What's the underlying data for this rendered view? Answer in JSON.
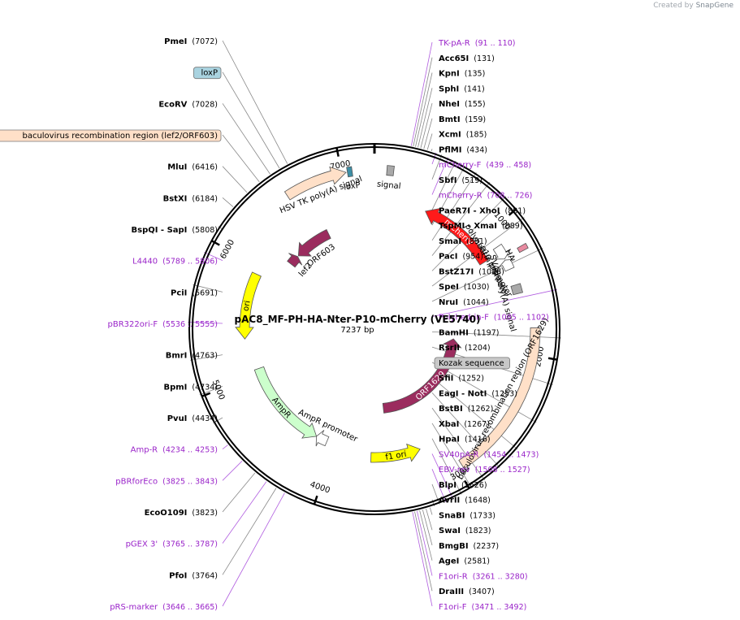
{
  "credit": {
    "prefix": "Created by",
    "brand": "SnapGene"
  },
  "plasmid": {
    "name": "pAC8_MF-PH-HA-Nter-P10-mCherry (VE5740)",
    "size_label": "7237 bp",
    "length": 7237
  },
  "ticks": [
    {
      "pos": 1000,
      "label": "1000"
    },
    {
      "pos": 2000,
      "label": "2000"
    },
    {
      "pos": 3000,
      "label": "3000"
    },
    {
      "pos": 4000,
      "label": "4000"
    },
    {
      "pos": 5000,
      "label": "5000"
    },
    {
      "pos": 6000,
      "label": "6000"
    },
    {
      "pos": 7000,
      "label": "7000"
    }
  ],
  "features": [
    {
      "name": "mCherry",
      "start": 470,
      "end": 1180,
      "dir": -1,
      "color": "#ff1a1a",
      "text_color": "#ffffff",
      "ring": 158,
      "label_outside": false
    },
    {
      "name": "ORF1629",
      "start": 1950,
      "end": 3490,
      "dir": -1,
      "color": "#9b2c5e",
      "text_color": "#ffffff",
      "ring": 98,
      "label_outside": false
    },
    {
      "name": "f1 ori",
      "start": 3200,
      "end": 3650,
      "dir": -1,
      "color": "#ffff00",
      "text_color": "#000000",
      "ring": 158,
      "label_outside": false
    },
    {
      "name": "AmpR",
      "start": 4190,
      "end": 5050,
      "dir": -1,
      "color": "#ccffcc",
      "text_color": "#000000",
      "ring": 150,
      "label_outside": false
    },
    {
      "name": "ori",
      "start": 5340,
      "end": 5930,
      "dir": -1,
      "color": "#ffff00",
      "text_color": "#000000",
      "ring": 160,
      "label_outside": false
    },
    {
      "name": "HSV TK poly(A) signal",
      "start": 6570,
      "end": 7030,
      "dir": 1,
      "color": "#ffe0c8",
      "text_color": "#000000",
      "ring": 196,
      "label_outside": true
    },
    {
      "name": "ORF603",
      "start": 6310,
      "end": 6720,
      "dir": -1,
      "color": "#9b2c5e",
      "text_color": "#000000",
      "ring": 130,
      "label_outside": true
    },
    {
      "name": "lef2",
      "start": 6190,
      "end": 6300,
      "dir": 1,
      "color": "#9b2c5e",
      "text_color": "#000000",
      "ring": 130,
      "label_outside": true
    },
    {
      "name": "baculovirus recombination region (ORF1629)",
      "start": 1800,
      "end": 2960,
      "dir": 0,
      "color": "#ffe0c8",
      "text_color": "#000000",
      "ring": 198,
      "label_outside": true
    },
    {
      "name": "AmpR promoter",
      "start": 4080,
      "end": 4190,
      "dir": 1,
      "color": "#ffffff",
      "text_color": "#000000",
      "ring": 150,
      "label_outside": true
    },
    {
      "name": "p10 promoter",
      "start": 1250,
      "end": 1330,
      "dir": -1,
      "color": "#ffffff",
      "text_color": "#000000",
      "ring": 182,
      "label_outside": true
    },
    {
      "name": "polyhedrin promoter",
      "start": 1130,
      "end": 1240,
      "dir": 1,
      "color": "#ffffff",
      "text_color": "#000000",
      "ring": 182,
      "label_outside": true
    },
    {
      "name": "HA",
      "start": 1215,
      "end": 1250,
      "dir": 0,
      "color": "#e88aa0",
      "text_color": "#000000",
      "ring": 208,
      "label_outside": true
    },
    {
      "name": "SV40 poly(A) signal",
      "start": 1460,
      "end": 1530,
      "dir": 0,
      "color": "#a9a9a9",
      "text_color": "#000000",
      "ring": 182,
      "label_outside": true
    },
    {
      "name": "signal",
      "start": 90,
      "end": 140,
      "dir": 0,
      "color": "#a9a9a9",
      "text_color": "#000000",
      "ring": 196,
      "label_outside": true
    },
    {
      "name": "loxP",
      "start": 7040,
      "end": 7075,
      "dir": 0,
      "color": "#3d8fa6",
      "text_color": "#000000",
      "ring": 196,
      "label_outside": true
    }
  ],
  "outer_labels": [
    {
      "name": "PmeI",
      "pos": "(7072)",
      "bold": true,
      "color": "#000000",
      "side": "left"
    },
    {
      "name": "loxP",
      "pos": "",
      "bold": false,
      "color": "#000000",
      "side": "left",
      "box": "#a9d3e0"
    },
    {
      "name": "EcoRV",
      "pos": "(7028)",
      "bold": true,
      "color": "#000000",
      "side": "left"
    },
    {
      "name": "baculovirus recombination region (lef2/ORF603)",
      "pos": "",
      "bold": false,
      "color": "#000000",
      "side": "left",
      "box": "#ffe0c8"
    },
    {
      "name": "MluI",
      "pos": "(6416)",
      "bold": true,
      "color": "#000000",
      "side": "left"
    },
    {
      "name": "BstXI",
      "pos": "(6184)",
      "bold": true,
      "color": "#000000",
      "side": "left"
    },
    {
      "name": "BspQI - SapI",
      "pos": "(5808)",
      "bold": true,
      "color": "#000000",
      "side": "left"
    },
    {
      "name": "L4440",
      "pos": "(5789 .. 5806)",
      "bold": false,
      "color": "#9a24c9",
      "side": "left"
    },
    {
      "name": "PciI",
      "pos": "(5691)",
      "bold": true,
      "color": "#000000",
      "side": "left"
    },
    {
      "name": "pBR322ori-F",
      "pos": "(5536 .. 5555)",
      "bold": false,
      "color": "#9a24c9",
      "side": "left"
    },
    {
      "name": "BmrI",
      "pos": "(4763)",
      "bold": true,
      "color": "#000000",
      "side": "left"
    },
    {
      "name": "BpmI",
      "pos": "(4734)",
      "bold": true,
      "color": "#000000",
      "side": "left"
    },
    {
      "name": "PvuI",
      "pos": "(4434)",
      "bold": true,
      "color": "#000000",
      "side": "left"
    },
    {
      "name": "Amp-R",
      "pos": "(4234 .. 4253)",
      "bold": false,
      "color": "#9a24c9",
      "side": "left"
    },
    {
      "name": "pBRforEco",
      "pos": "(3825 .. 3843)",
      "bold": false,
      "color": "#9a24c9",
      "side": "left"
    },
    {
      "name": "EcoO109I",
      "pos": "(3823)",
      "bold": true,
      "color": "#000000",
      "side": "left"
    },
    {
      "name": "pGEX 3'",
      "pos": "(3765 .. 3787)",
      "bold": false,
      "color": "#9a24c9",
      "side": "left"
    },
    {
      "name": "PfoI",
      "pos": "(3764)",
      "bold": true,
      "color": "#000000",
      "side": "left"
    },
    {
      "name": "pRS-marker",
      "pos": "(3646 .. 3665)",
      "bold": false,
      "color": "#9a24c9",
      "side": "left"
    },
    {
      "name": "TK-pA-R",
      "pos": "(91 .. 110)",
      "bold": false,
      "color": "#9a24c9",
      "side": "right"
    },
    {
      "name": "Acc65I",
      "pos": "(131)",
      "bold": true,
      "color": "#000000",
      "side": "right"
    },
    {
      "name": "KpnI",
      "pos": "(135)",
      "bold": true,
      "color": "#000000",
      "side": "right"
    },
    {
      "name": "SphI",
      "pos": "(141)",
      "bold": true,
      "color": "#000000",
      "side": "right"
    },
    {
      "name": "NheI",
      "pos": "(155)",
      "bold": true,
      "color": "#000000",
      "side": "right"
    },
    {
      "name": "BmtI",
      "pos": "(159)",
      "bold": true,
      "color": "#000000",
      "side": "right"
    },
    {
      "name": "XcmI",
      "pos": "(185)",
      "bold": true,
      "color": "#000000",
      "side": "right"
    },
    {
      "name": "PflMI",
      "pos": "(434)",
      "bold": true,
      "color": "#000000",
      "side": "right"
    },
    {
      "name": "mCherry-F",
      "pos": "(439 .. 458)",
      "bold": false,
      "color": "#9a24c9",
      "side": "right"
    },
    {
      "name": "SbfI",
      "pos": "(519)",
      "bold": true,
      "color": "#000000",
      "side": "right"
    },
    {
      "name": "mCherry-R",
      "pos": "(708 .. 726)",
      "bold": false,
      "color": "#9a24c9",
      "side": "right"
    },
    {
      "name": "PaeR7I - XhoI",
      "pos": "(881)",
      "bold": true,
      "color": "#000000",
      "side": "right"
    },
    {
      "name": "TspMI - XmaI",
      "pos": "(889)",
      "bold": true,
      "color": "#000000",
      "side": "right"
    },
    {
      "name": "SmaI",
      "pos": "(891)",
      "bold": true,
      "color": "#000000",
      "side": "right"
    },
    {
      "name": "PacI",
      "pos": "(954)",
      "bold": true,
      "color": "#000000",
      "side": "right"
    },
    {
      "name": "BstZ17I",
      "pos": "(1028)",
      "bold": true,
      "color": "#000000",
      "side": "right"
    },
    {
      "name": "SpeI",
      "pos": "(1030)",
      "bold": true,
      "color": "#000000",
      "side": "right"
    },
    {
      "name": "NruI",
      "pos": "(1044)",
      "bold": true,
      "color": "#000000",
      "side": "right"
    },
    {
      "name": "Polyhedrin-F",
      "pos": "(1085 .. 1102)",
      "bold": false,
      "color": "#9a24c9",
      "side": "right"
    },
    {
      "name": "BamHI",
      "pos": "(1197)",
      "bold": true,
      "color": "#000000",
      "side": "right"
    },
    {
      "name": "RsrII",
      "pos": "(1204)",
      "bold": true,
      "color": "#000000",
      "side": "right"
    },
    {
      "name": "Kozak sequence",
      "pos": "",
      "bold": false,
      "color": "#000000",
      "side": "right",
      "box": "#c8c8c8"
    },
    {
      "name": "SfiI",
      "pos": "(1252)",
      "bold": true,
      "color": "#000000",
      "side": "right"
    },
    {
      "name": "EagI - NotI",
      "pos": "(1253)",
      "bold": true,
      "color": "#000000",
      "side": "right"
    },
    {
      "name": "BstBI",
      "pos": "(1262)",
      "bold": true,
      "color": "#000000",
      "side": "right"
    },
    {
      "name": "XbaI",
      "pos": "(1267)",
      "bold": true,
      "color": "#000000",
      "side": "right"
    },
    {
      "name": "HpaI",
      "pos": "(1416)",
      "bold": true,
      "color": "#000000",
      "side": "right"
    },
    {
      "name": "SV40pA-R",
      "pos": "(1454 .. 1473)",
      "bold": false,
      "color": "#9a24c9",
      "side": "right"
    },
    {
      "name": "EBV-rev",
      "pos": "(1508 .. 1527)",
      "bold": false,
      "color": "#9a24c9",
      "side": "right"
    },
    {
      "name": "BlpI",
      "pos": "(1626)",
      "bold": true,
      "color": "#000000",
      "side": "right"
    },
    {
      "name": "AvrII",
      "pos": "(1648)",
      "bold": true,
      "color": "#000000",
      "side": "right"
    },
    {
      "name": "SnaBI",
      "pos": "(1733)",
      "bold": true,
      "color": "#000000",
      "side": "right"
    },
    {
      "name": "SwaI",
      "pos": "(1823)",
      "bold": true,
      "color": "#000000",
      "side": "right"
    },
    {
      "name": "BmgBI",
      "pos": "(2237)",
      "bold": true,
      "color": "#000000",
      "side": "right"
    },
    {
      "name": "AgeI",
      "pos": "(2581)",
      "bold": true,
      "color": "#000000",
      "side": "right"
    },
    {
      "name": "F1ori-R",
      "pos": "(3261 .. 3280)",
      "bold": false,
      "color": "#9a24c9",
      "side": "right"
    },
    {
      "name": "DraIII",
      "pos": "(3407)",
      "bold": true,
      "color": "#000000",
      "side": "right"
    },
    {
      "name": "F1ori-F",
      "pos": "(3471 .. 3492)",
      "bold": false,
      "color": "#9a24c9",
      "side": "right"
    }
  ]
}
